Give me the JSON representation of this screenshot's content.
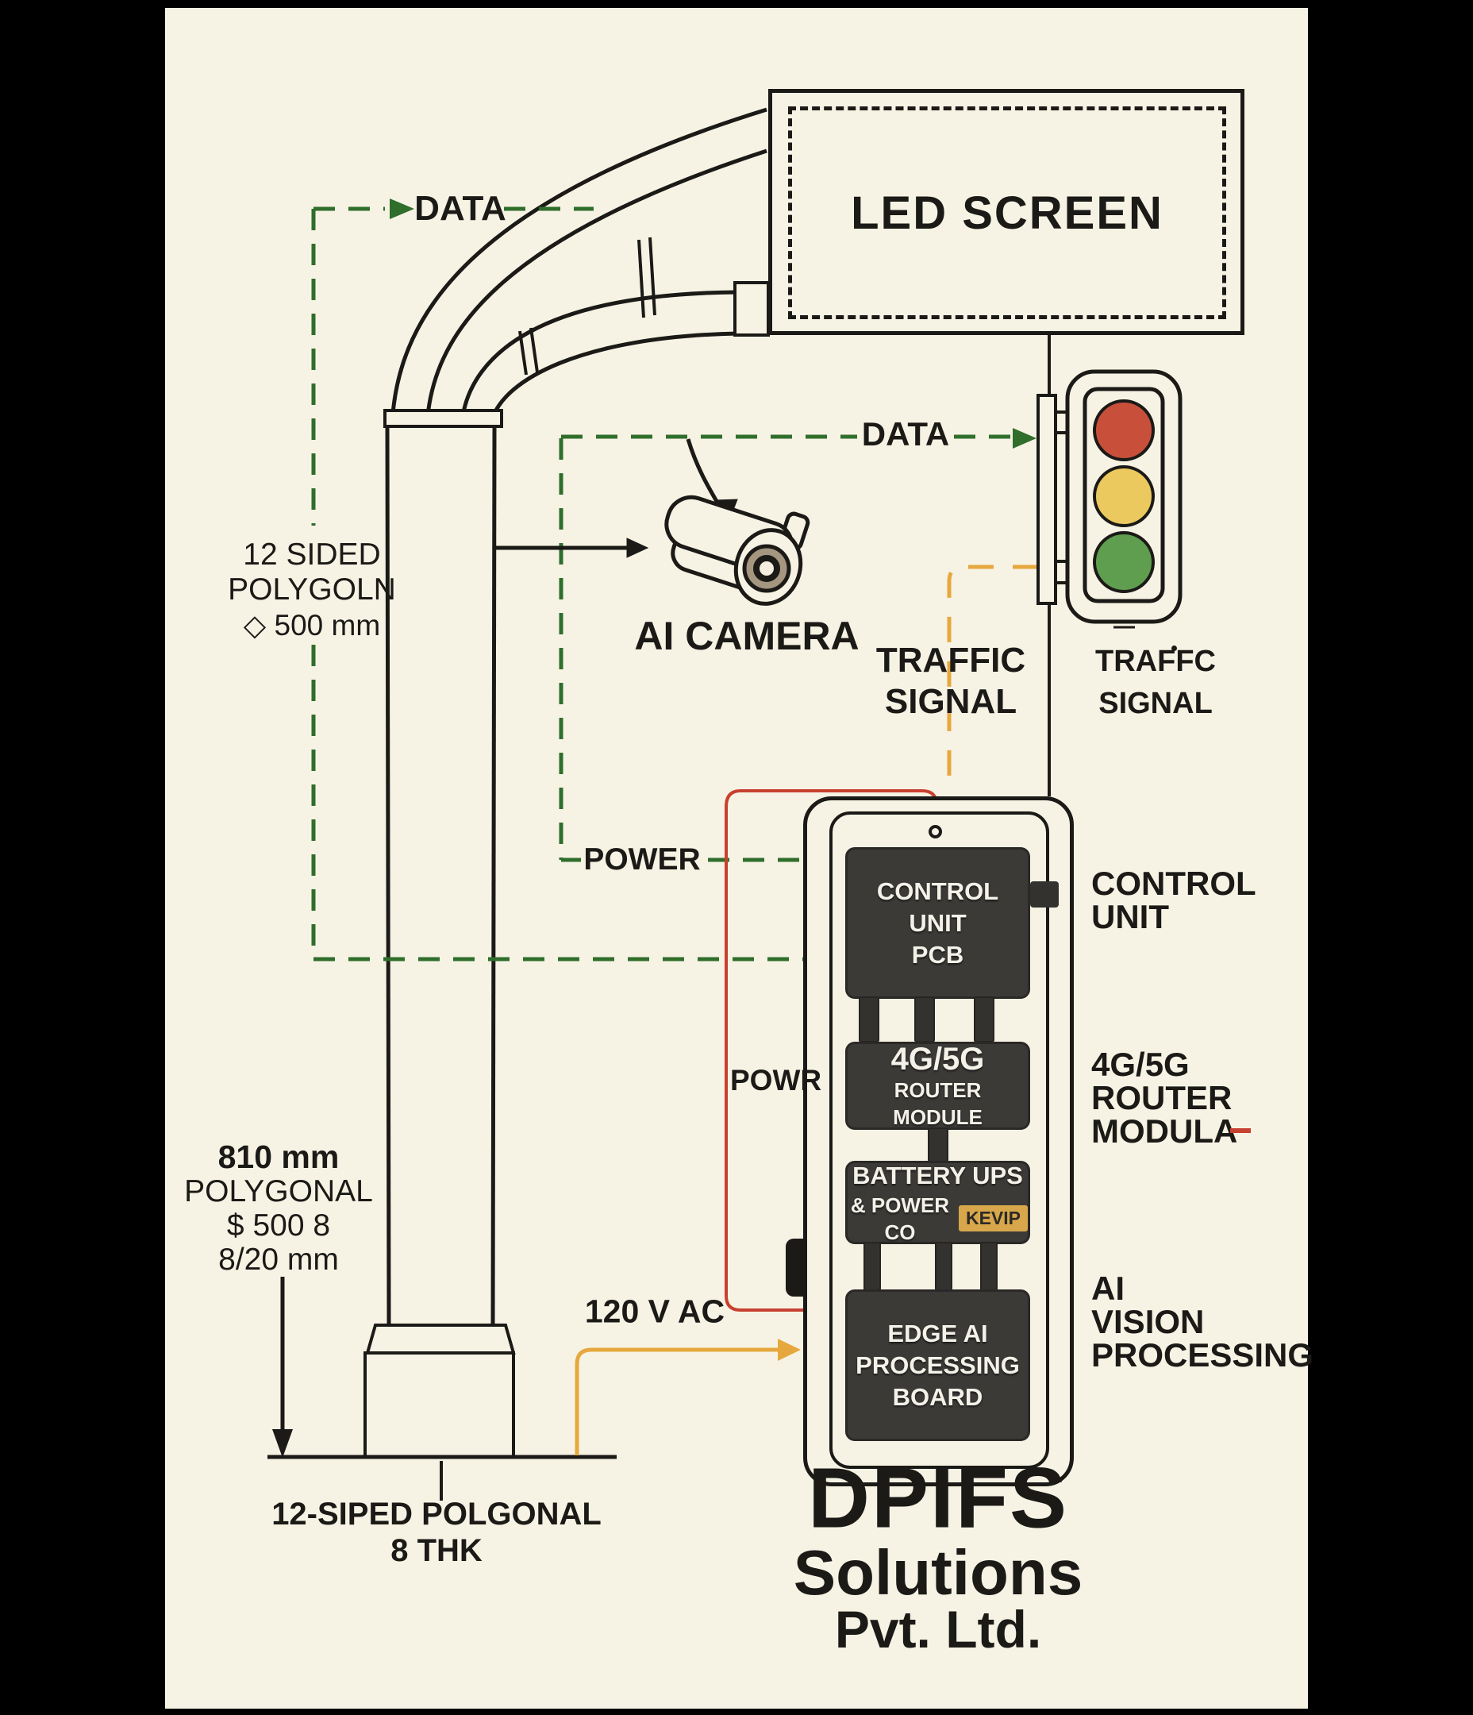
{
  "labels": {
    "data_top": "DATA",
    "data_mid": "DATA",
    "led_screen": "LED SCREEN",
    "ai_camera": "AI CAMERA",
    "ts_left": [
      "TRAFFIC",
      "SIGNAL"
    ],
    "ts_right": [
      "TRAFFC",
      "SIGNAL"
    ],
    "pole_spec": [
      "12 SIDED",
      "POLYGOLN",
      "◇ 500 mm"
    ],
    "base_spec": [
      "810 mm",
      "POLYGONAL",
      "$ 500 8",
      "8/20 mm"
    ],
    "ground_spec": [
      "12-SIPED POLGONAL",
      "8 THK"
    ],
    "power": "POWER",
    "powr": "POWR",
    "volts": "120 V AC",
    "side_control": [
      "CONTROL",
      "UNIT"
    ],
    "side_router": [
      "4G/5G",
      "ROUTER",
      "MODULA"
    ],
    "side_ai": [
      "AI",
      "VISION",
      "PROCESSING"
    ],
    "brand": [
      "DPIFS",
      "Solutions",
      "Pvt. Ltd."
    ]
  },
  "control_box": {
    "modules": [
      {
        "lines": [
          "CONTROL UNIT",
          "PCB"
        ]
      },
      {
        "lines": [
          "4G/5G",
          "ROUTER MODULE"
        ]
      },
      {
        "lines": [
          "BATTERY UPS",
          "& POWER CO"
        ],
        "badge": "KEVIP"
      },
      {
        "lines": [
          "EDGE AI",
          "PROCESSING",
          "BOARD"
        ]
      }
    ]
  },
  "colors": {
    "background": "#f7f3e4",
    "ink": "#1b1a17",
    "data_green": "#2f6e2b",
    "power_yellow": "#e6a83e",
    "power_red": "#c8402f",
    "module_bg": "#3b3a37",
    "badge_bg": "#d8a74c",
    "light_red": "#c8503a",
    "light_yellow": "#ecc95f",
    "light_green": "#5f9e4f",
    "lens_ring": "#a5967f"
  }
}
